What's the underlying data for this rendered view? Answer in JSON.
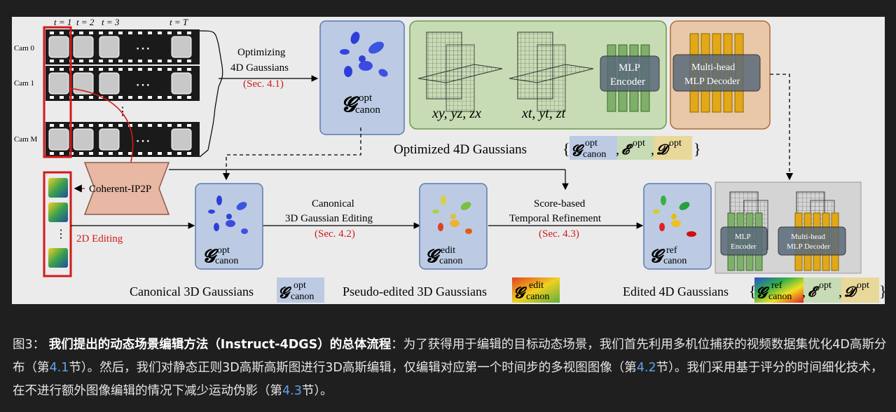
{
  "figure": {
    "time_labels": [
      "t = 1",
      "t = 2",
      "t = 3",
      "t = T"
    ],
    "cam_labels": [
      "Cam 0",
      "Cam 1",
      "Cam M"
    ],
    "opt_line1": "Optimizing",
    "opt_line2": "4D Gaussians",
    "opt_ref": "(Sec. 4.1)",
    "plane_labels_1": "xy, yz, zx",
    "plane_labels_2": "xt, yt, zt",
    "mlp_encoder_1": "MLP",
    "mlp_encoder_2": "Encoder",
    "decoder_1": "Multi-head",
    "decoder_2": "MLP Decoder",
    "optimized_label": "Optimized 4D Gaussians",
    "coherent_label": "Coherent-IP2P",
    "editing_2d": "2D Editing",
    "canon_edit_1": "Canonical",
    "canon_edit_2": "3D Gaussian Editing",
    "canon_edit_ref": "(Sec. 4.2)",
    "score_1": "Score-based",
    "score_2": "Temporal Refinement",
    "score_ref": "(Sec. 4.3)",
    "canonical_label": "Canonical 3D Gaussians",
    "pseudo_label": "Pseudo-edited 3D Gaussians",
    "edited_label": "Edited 4D Gaussians",
    "small_mlp_1": "MLP",
    "small_mlp_2": "Encoder",
    "small_dec_1": "Multi-head",
    "small_dec_2": "MLP Decoder",
    "sym_opt": "opt",
    "sym_canon": "canon",
    "sym_edit": "edit",
    "sym_ref": "ref",
    "dots": "⋯"
  },
  "colors": {
    "red_ref": "#d11a1a",
    "blue_box": "#bccbe3",
    "green_box": "#c7dcb4",
    "orange_box": "#e8c8a8",
    "yellow_box": "#e8d89a"
  },
  "caption": {
    "prefix": "图3：",
    "bold": "我们提出的动态场景编辑方法（Instruct-4DGS）的总体流程",
    "t1": "：为了获得用于编辑的目标动态场景，我们首先利用多机位捕获的视频数据集优化4D高斯分布（第",
    "r1": "4.1",
    "t2": "节）。然后，我们对静态正则3D高斯高斯图进行3D高斯编辑，仅编辑对应第一个时间步的多视图图像（第",
    "r2": "4.2",
    "t3": "节）。我们采用基于评分的时间细化技术，在不进行额外图像编辑的情况下减少运动伪影（第",
    "r3": "4.3",
    "t4": "节）。"
  }
}
